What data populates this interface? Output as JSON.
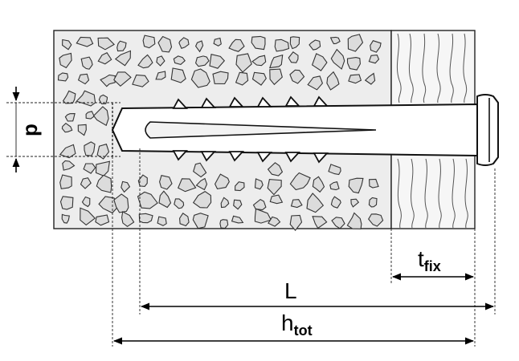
{
  "labels": {
    "p": "p",
    "t_fix_main": "t",
    "t_fix_sub": "fix",
    "L": "L",
    "h_tot_main": "h",
    "h_tot_sub": "tot"
  }
}
